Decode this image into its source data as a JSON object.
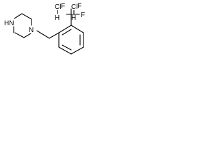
{
  "molecule": {
    "atoms": {
      "hn": "HN",
      "n": "N",
      "f_top_left": "F",
      "f_top_right": "F",
      "f_right": "F",
      "hcl_1_cl": "Cl",
      "hcl_1_h": "H",
      "hcl_2_cl": "Cl",
      "hcl_2_h": "H"
    }
  }
}
